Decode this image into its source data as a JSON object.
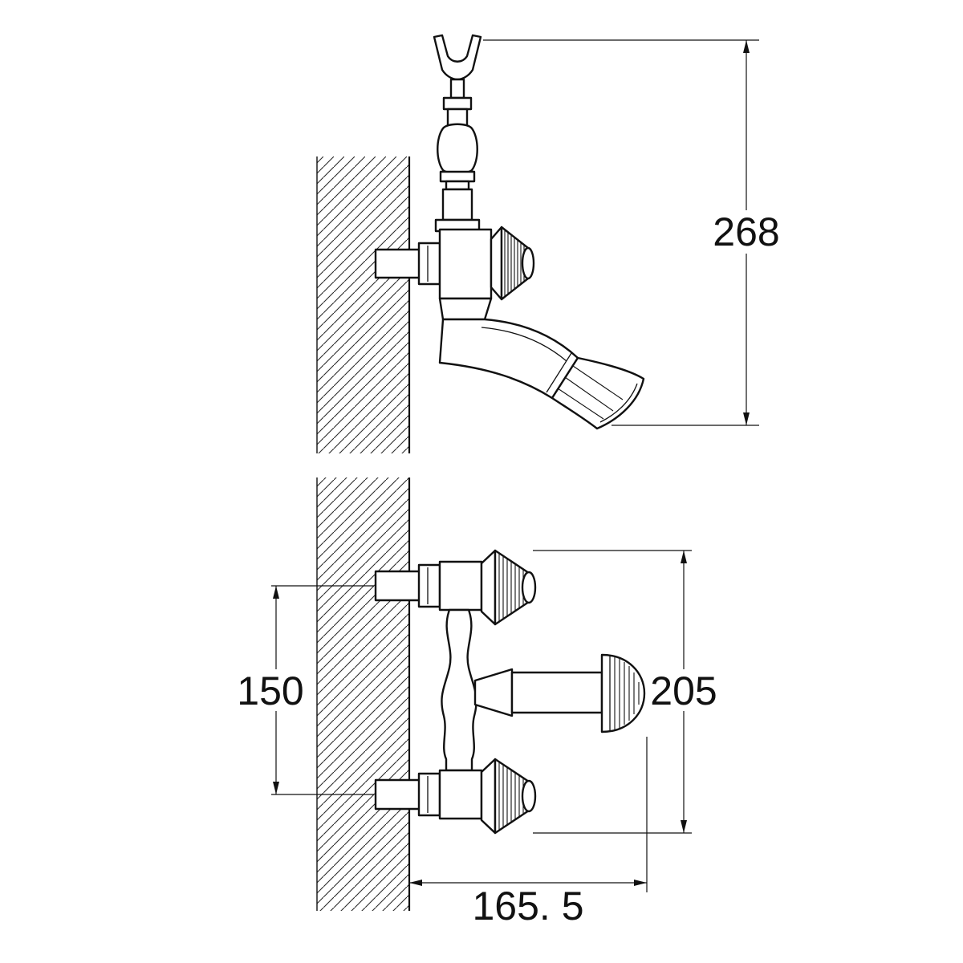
{
  "drawing": {
    "background_color": "#ffffff",
    "line_color": "#111111",
    "dimension_labels": {
      "spout_height": "268",
      "inlet_spacing": "150",
      "body_height": "205",
      "spout_reach": "165. 5"
    }
  }
}
